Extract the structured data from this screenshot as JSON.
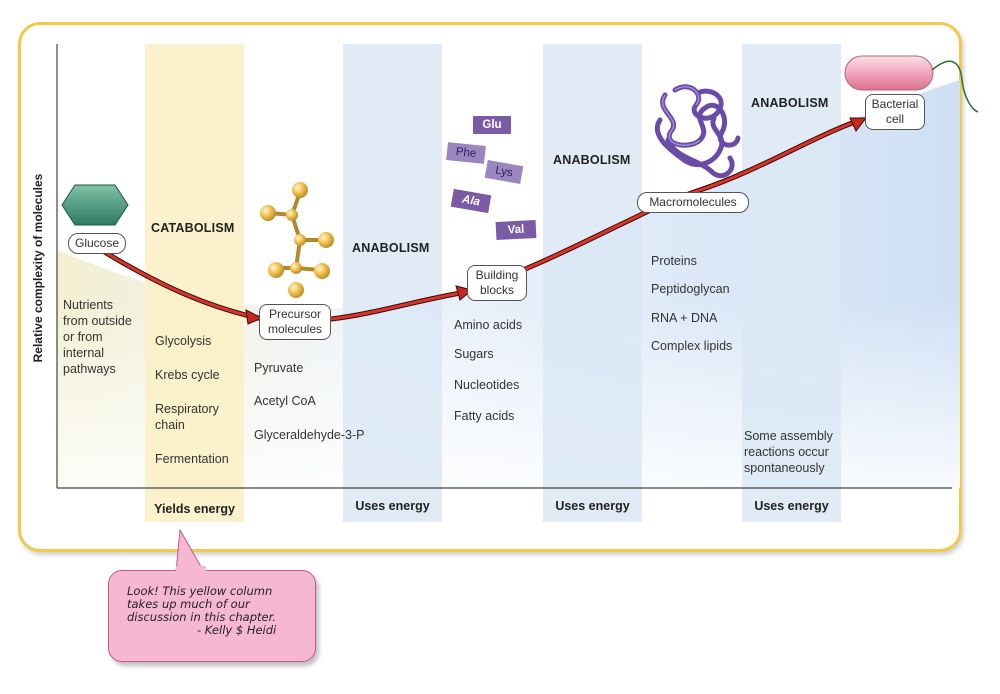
{
  "axis": {
    "y_label": "Relative complexity of molecules"
  },
  "columns": {
    "catabolism": {
      "heading": "CATABOLISM",
      "energy": "Yields energy",
      "items": [
        "Glycolysis",
        "Krebs cycle",
        "Respiratory\nchain",
        "Fermentation"
      ]
    },
    "anabolism1": {
      "heading": "ANABOLISM",
      "energy": "Uses energy"
    },
    "anabolism2": {
      "heading": "ANABOLISM",
      "energy": "Uses energy"
    },
    "anabolism3": {
      "heading": "ANABOLISM",
      "energy": "Uses energy"
    }
  },
  "nutrients": "Nutrients\nfrom outside\nor from\ninternal\npathways",
  "nodes": {
    "glucose": "Glucose",
    "precursor": "Precursor\nmolecules",
    "building": "Building\nblocks",
    "macro": "Macromolecules",
    "bacterial": "Bacterial\ncell"
  },
  "precursor_items": [
    "Pyruvate",
    "Acetyl CoA",
    "Glyceraldehyde-3-P"
  ],
  "building_items": [
    "Amino acids",
    "Sugars",
    "Nucleotides",
    "Fatty acids"
  ],
  "macro_items": [
    "Proteins",
    "Peptidoglycan",
    "RNA + DNA",
    "Complex lipids"
  ],
  "assembly_note": "Some assembly\nreactions occur\nspontaneously",
  "amino_acids": [
    "Glu",
    "Phe",
    "Lys",
    "Ala",
    "Val"
  ],
  "bubble": {
    "text": "Look! This yellow column\ntakes up much of our\ndiscussion in this chapter.",
    "signature": "- Kelly $ Heidi"
  },
  "colors": {
    "frame": "#f2c94c",
    "catabolism_column": "#fbefc6",
    "anabolism_column": "#dbe7f5",
    "arrow": "#c8281e",
    "amino_acid_box": "#7b5aa6",
    "bubble": "#f5b8d0"
  }
}
